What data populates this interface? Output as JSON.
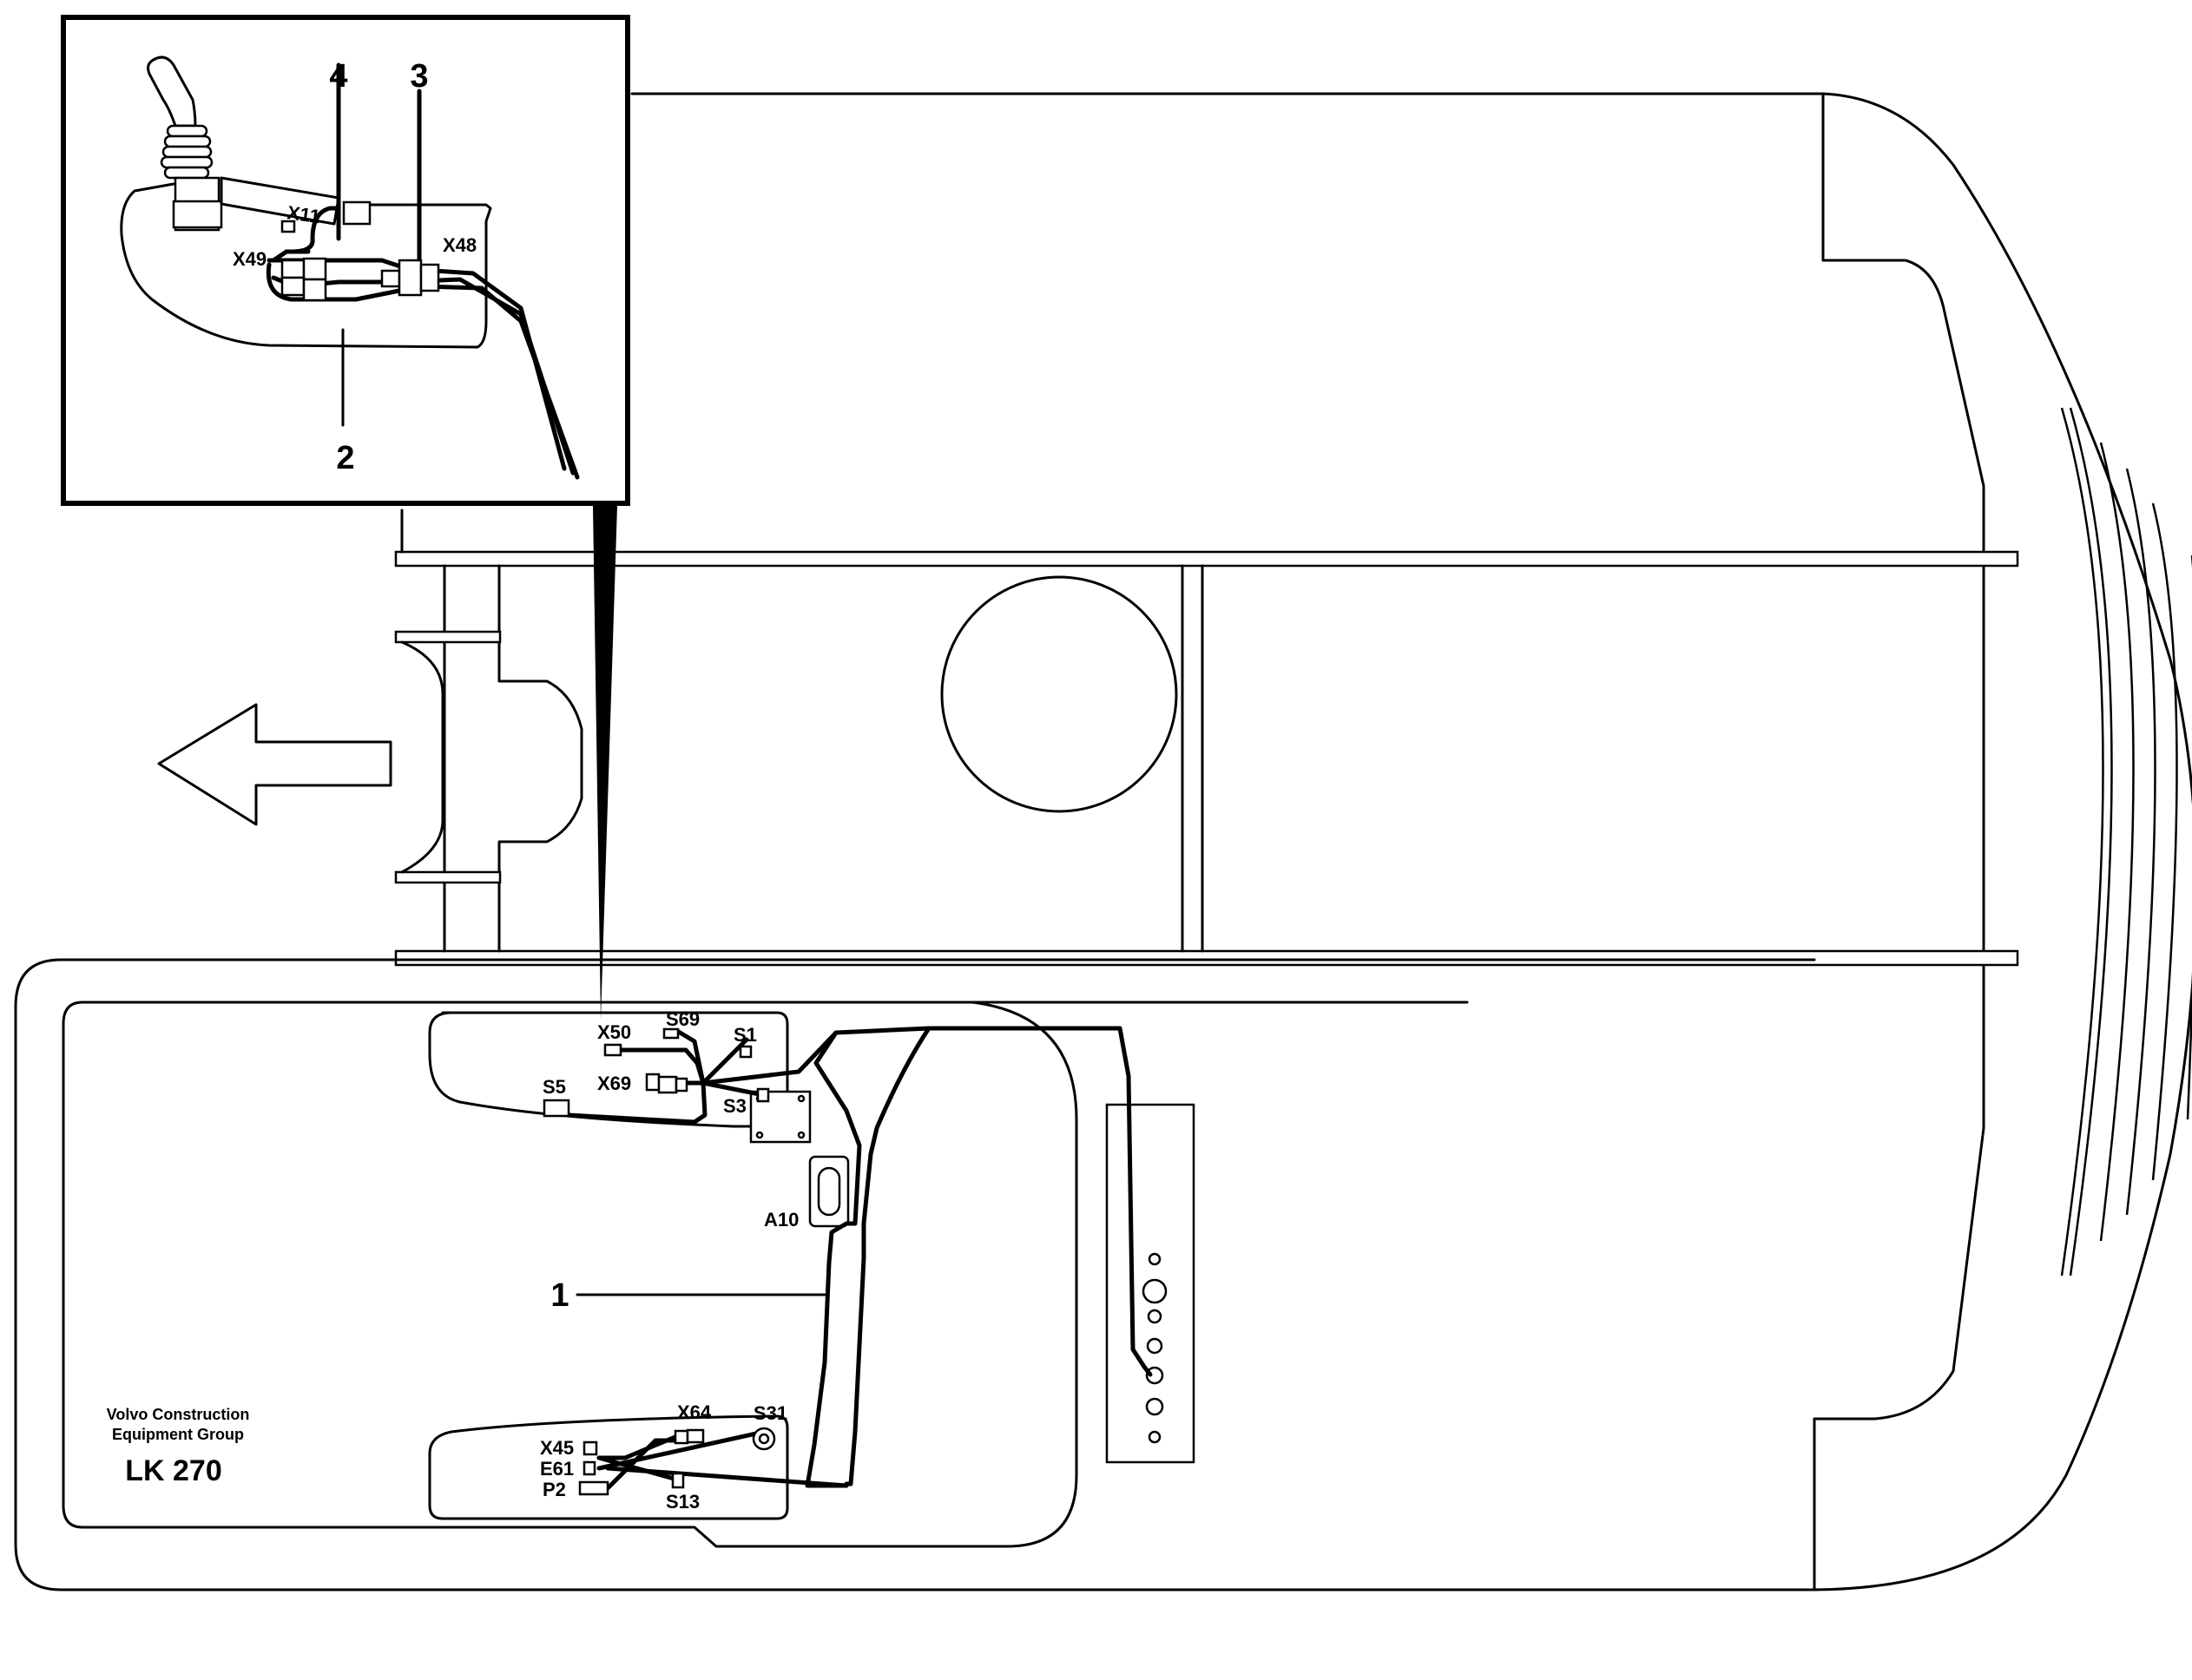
{
  "callouts": {
    "c1": "1",
    "c2": "2",
    "c3": "3",
    "c4": "4"
  },
  "inset_labels": {
    "x11": "X11",
    "x48": "X48",
    "x49": "X49"
  },
  "components": {
    "x50": "X50",
    "s69": "S69",
    "s1": "S1",
    "x69": "X69",
    "s5": "S5",
    "s3": "S3",
    "a10": "A10",
    "x64": "X64",
    "s31": "S31",
    "x45": "X45",
    "e61": "E61",
    "p2": "P2",
    "s13": "S13"
  },
  "footer": {
    "company_line1": "Volvo Construction",
    "company_line2": "Equipment Group",
    "code": "LK 270"
  }
}
